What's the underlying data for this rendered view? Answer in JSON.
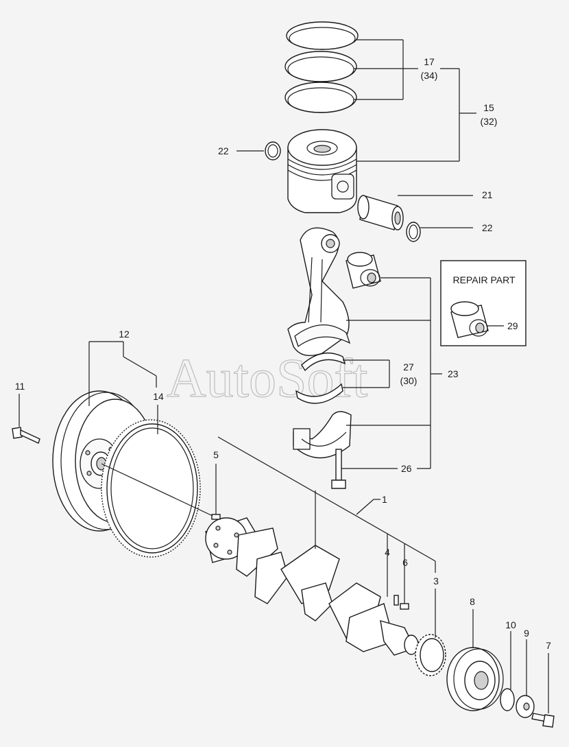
{
  "watermark": "AutoSoft",
  "repair_box": {
    "title": "REPAIR PART",
    "label": "29"
  },
  "labels": {
    "l1": "1",
    "l3": "3",
    "l4": "4",
    "l5": "5",
    "l6": "6",
    "l7": "7",
    "l8": "8",
    "l9": "9",
    "l10": "10",
    "l11": "11",
    "l12": "12",
    "l14": "14",
    "l15": "15",
    "l15b": "(32)",
    "l17": "17",
    "l17b": "(34)",
    "l21": "21",
    "l22a": "22",
    "l22b": "22",
    "l23": "23",
    "l26": "26",
    "l27": "27",
    "l27b": "(30)"
  }
}
